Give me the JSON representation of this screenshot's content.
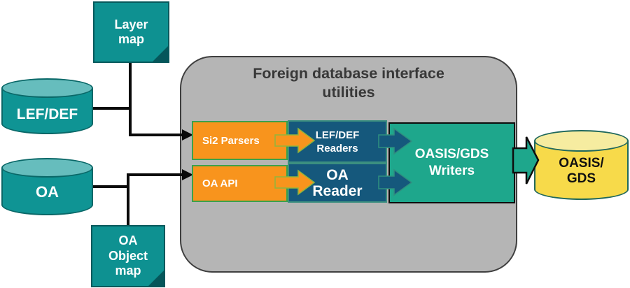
{
  "container": {
    "title": "Foreign database interface\nutilities"
  },
  "nodes": {
    "layer_map": {
      "label": "Layer\nmap"
    },
    "lefdef_db": {
      "label": "LEF/DEF"
    },
    "oa_db": {
      "label": "OA"
    },
    "oa_object_map": {
      "label": "OA\nObject\nmap"
    },
    "si2_parsers": {
      "label": "Si2 Parsers"
    },
    "oa_api": {
      "label": "OA API"
    },
    "lefdef_readers": {
      "label": "LEF/DEF\nReaders"
    },
    "oa_reader": {
      "label": "OA\nReader"
    },
    "oasis_writers": {
      "label": "OASIS/GDS\nWriters"
    },
    "oasis_db": {
      "label": "OASIS/\nGDS"
    }
  },
  "colors": {
    "teal_shape": "#0E9191",
    "teal_cylinder_top": "#66BDBD",
    "teal_border": "#0A6868",
    "orange_box": "#F8941D",
    "orange_box_border": "#3BA14C",
    "dark_blue_box": "#15587C",
    "writers_box": "#1EA78C",
    "yellow_cylinder": "#F7DA4A",
    "yellow_cylinder_top": "#F6ECA0",
    "container_gray": "#B5B5B5",
    "container_border": "#3F3F3F",
    "connector_black": "#0A0A0A",
    "title_text": "#383838",
    "label_white": "#FFFFFF"
  }
}
